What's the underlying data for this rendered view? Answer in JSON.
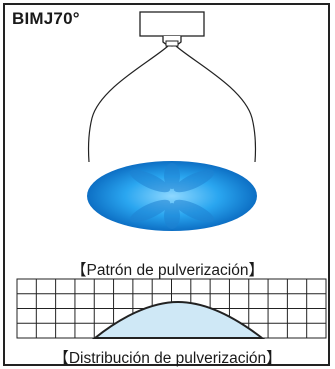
{
  "title": "BIMJ70°",
  "captions": {
    "pattern": "【Patrón de pulverización】",
    "distribution": "【Distribución de pulverización】"
  },
  "colors": {
    "spray_center": "#8fd8ff",
    "spray_mid": "#2aa6f0",
    "spray_edge": "#0d6fc4",
    "distribution_fill": "#cfe8f6",
    "outline": "#222222"
  }
}
